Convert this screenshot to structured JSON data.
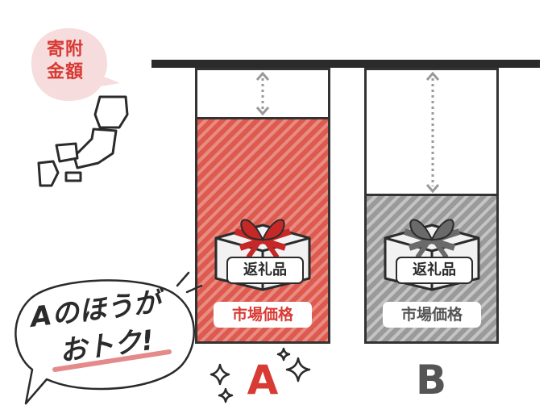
{
  "speech_top": {
    "line1": "寄附",
    "line2": "金額"
  },
  "gift_label": "返礼品",
  "market_price_label": "市場価格",
  "column_a_letter": "A",
  "column_b_letter": "B",
  "speech_bottom": {
    "line1": "Aのほうが",
    "line2": "おトク!"
  },
  "colors": {
    "accent_red": "#d83a34",
    "gray": "#555555",
    "bubble_pink": "#f6dcdc"
  },
  "icons": [
    "japan-map-icon",
    "gift-box-icon",
    "sparkle-icon",
    "double-arrow-icon"
  ]
}
